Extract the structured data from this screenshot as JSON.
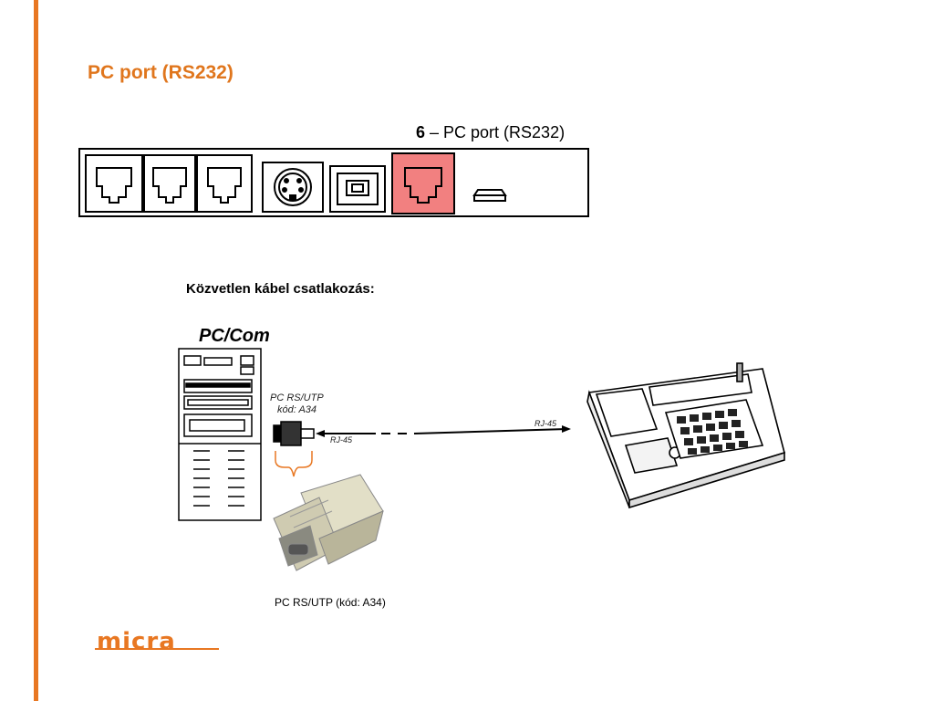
{
  "title": "PC port (RS232)",
  "port_caption": {
    "number": "6",
    "rest": " – PC port (RS232)"
  },
  "section_label": "Közvetlen kábel csatlakozás:",
  "pc_label": "PC/Com",
  "adapter_note_line1": "PC RS/UTP",
  "adapter_note_line2": "kód: A34",
  "rj_left": "RJ-45",
  "rj_right": "RJ-45",
  "photo_caption": "PC RS/UTP (kód: A34)",
  "logo_text": "micra",
  "colors": {
    "accent": "#e87722",
    "highlight_port": "#f28080"
  }
}
